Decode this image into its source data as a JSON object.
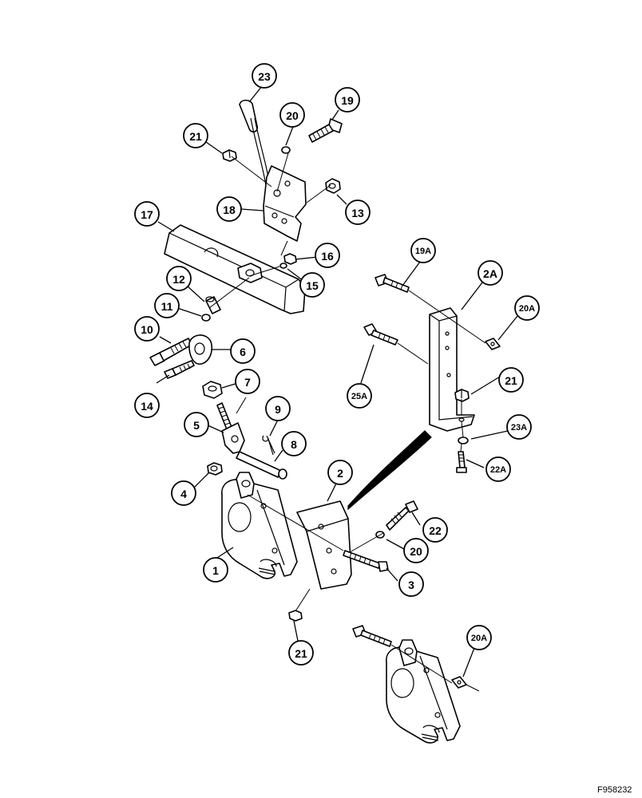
{
  "figure_ref": "F958232",
  "callouts": [
    {
      "id": "23",
      "label": "23"
    },
    {
      "id": "19",
      "label": "19"
    },
    {
      "id": "20-top",
      "label": "20"
    },
    {
      "id": "21-top",
      "label": "21"
    },
    {
      "id": "13",
      "label": "13"
    },
    {
      "id": "18",
      "label": "18"
    },
    {
      "id": "17",
      "label": "17"
    },
    {
      "id": "16",
      "label": "16"
    },
    {
      "id": "15",
      "label": "15"
    },
    {
      "id": "12",
      "label": "12"
    },
    {
      "id": "11",
      "label": "11"
    },
    {
      "id": "10",
      "label": "10"
    },
    {
      "id": "6",
      "label": "6"
    },
    {
      "id": "14",
      "label": "14"
    },
    {
      "id": "7",
      "label": "7"
    },
    {
      "id": "5",
      "label": "5"
    },
    {
      "id": "9",
      "label": "9"
    },
    {
      "id": "8",
      "label": "8"
    },
    {
      "id": "4",
      "label": "4"
    },
    {
      "id": "2",
      "label": "2"
    },
    {
      "id": "1",
      "label": "1"
    },
    {
      "id": "22",
      "label": "22"
    },
    {
      "id": "20-mid",
      "label": "20"
    },
    {
      "id": "3",
      "label": "3"
    },
    {
      "id": "21-bottom",
      "label": "21"
    },
    {
      "id": "19A",
      "label": "19A"
    },
    {
      "id": "2A",
      "label": "2A"
    },
    {
      "id": "20A-top",
      "label": "20A"
    },
    {
      "id": "25A",
      "label": "25A"
    },
    {
      "id": "21-right",
      "label": "21"
    },
    {
      "id": "23A",
      "label": "23A"
    },
    {
      "id": "22A",
      "label": "22A"
    },
    {
      "id": "20A-bottom",
      "label": "20A"
    }
  ]
}
